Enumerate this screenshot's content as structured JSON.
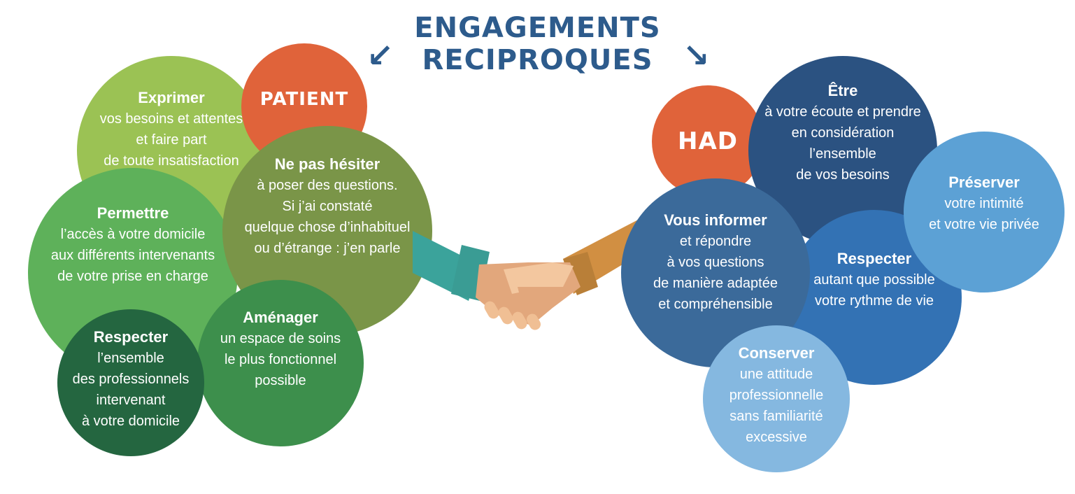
{
  "title": {
    "line1": "ENGAGEMENTS",
    "line2": "RECIPROQUES",
    "arrow_left": "↙",
    "arrow_right": "↘",
    "color": "#2d5b8c"
  },
  "patient": {
    "label": "PATIENT",
    "label_color": "#e0633a",
    "bubbles": [
      {
        "heading": "Exprimer",
        "lines": [
          "vos besoins et attentes",
          "et faire part",
          "de toute insatisfaction"
        ],
        "color": "#9bc254"
      },
      {
        "heading": "Ne pas hésiter",
        "lines": [
          "à poser des questions.",
          "Si j’ai constaté",
          "quelque chose d’inhabituel",
          "ou d’étrange : j’en parle"
        ],
        "color": "#7a9548"
      },
      {
        "heading": "Permettre",
        "lines": [
          "l’accès à votre domicile",
          "aux différents intervenants",
          "de votre prise en charge"
        ],
        "color": "#5eb15a"
      },
      {
        "heading": "Respecter",
        "lines": [
          "l’ensemble",
          "des professionnels",
          "intervenant",
          "à votre domicile"
        ],
        "color": "#246640"
      },
      {
        "heading": "Aménager",
        "lines": [
          "un espace de soins",
          "le plus fonctionnel",
          "possible"
        ],
        "color": "#3d8f4c"
      }
    ]
  },
  "had": {
    "label": "HAD",
    "label_color": "#e0633a",
    "bubbles": [
      {
        "heading": "Être",
        "lines": [
          "à votre écoute et prendre",
          "en considération",
          "l’ensemble",
          "de vos besoins"
        ],
        "color": "#2b5281"
      },
      {
        "heading": "Préserver",
        "lines": [
          "votre intimité",
          "et votre vie privée"
        ],
        "color": "#5ca1d5"
      },
      {
        "heading": "Vous informer",
        "lines": [
          "et répondre",
          "à vos questions",
          "de manière adaptée",
          "et compréhensible"
        ],
        "color": "#3b6a9a"
      },
      {
        "heading": "Respecter",
        "lines": [
          "autant que possible",
          "votre rythme de vie"
        ],
        "color": "#3372b4"
      },
      {
        "heading": "Conserver",
        "lines": [
          "une attitude",
          "professionnelle",
          "sans familiarité",
          "excessive"
        ],
        "color": "#85b8e0"
      }
    ]
  },
  "illustration": {
    "name": "handshake",
    "left_sleeve_color": "#3ba39b",
    "right_sleeve_color": "#d18f42",
    "skin_color": "#e2a77c"
  }
}
